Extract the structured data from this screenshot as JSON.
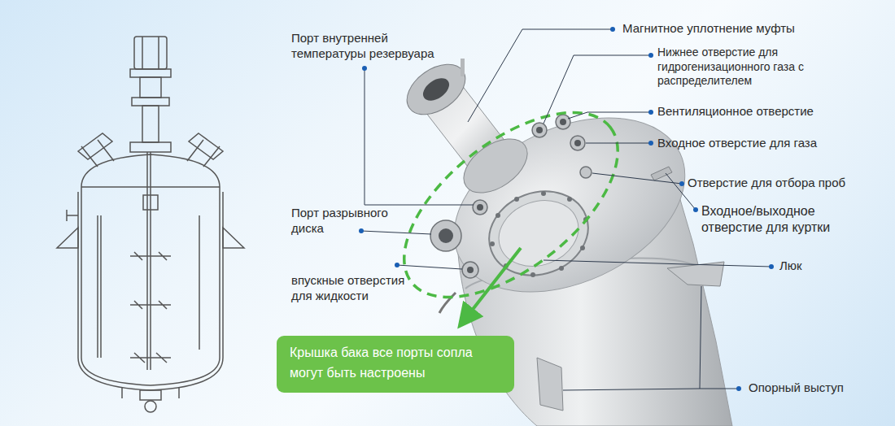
{
  "diagram": {
    "nodes": [
      {
        "text": [
          "Крышка бака все порты сопла могут быть настроены"
        ]
      }
    ],
    "labels": [
      "Порт внутренней температуры резервуара",
      "Магнитное уплотнение муфты",
      "Нижнее отверстие для гидрогенизационного газа с распределителем",
      "Вентиляционное отверстие",
      "Входное отверстие для газа",
      "Отверстие для отбора проб",
      "Входное/выходное отверстие для куртки",
      "Порт разрывного диска",
      "Люк",
      "впускные отверстия для жидкости",
      "Опорный выступ"
    ]
  }
}
